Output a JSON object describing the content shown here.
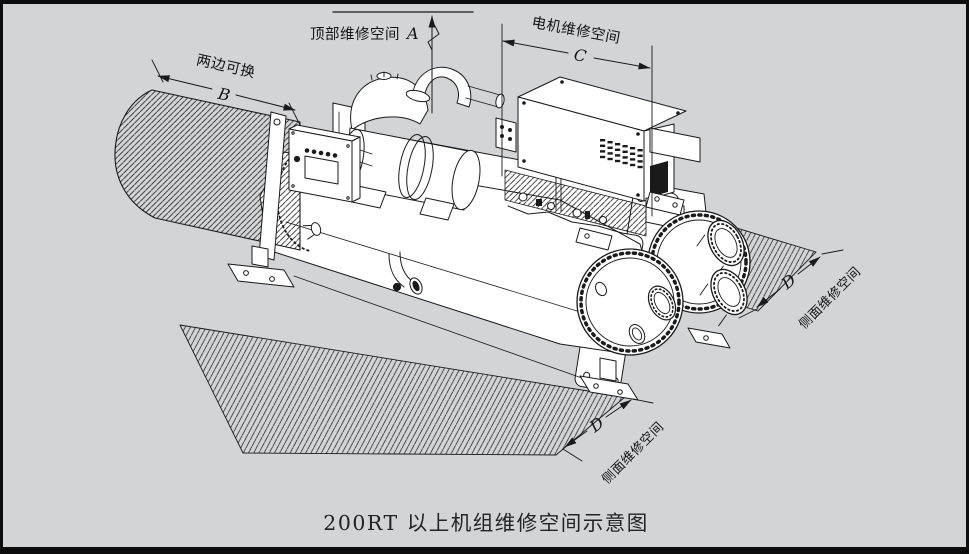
{
  "colors": {
    "background": "#d2d4d6",
    "line": "#1a1a1a",
    "frame": "#0d0d0d",
    "machine_fill": "#ffffff"
  },
  "dimensions": {
    "top": {
      "label": "顶部维修空间",
      "letter": "A"
    },
    "motor": {
      "label": "电机维修空间",
      "letter": "C"
    },
    "tube_pull": {
      "label": "两边可换",
      "letter": "B"
    },
    "side_right": {
      "label": "侧面维修空间",
      "letter": "D"
    },
    "side_front": {
      "label": "侧面维修空间",
      "letter": "D"
    }
  },
  "caption": "200RT 以上机组维修空间示意图"
}
